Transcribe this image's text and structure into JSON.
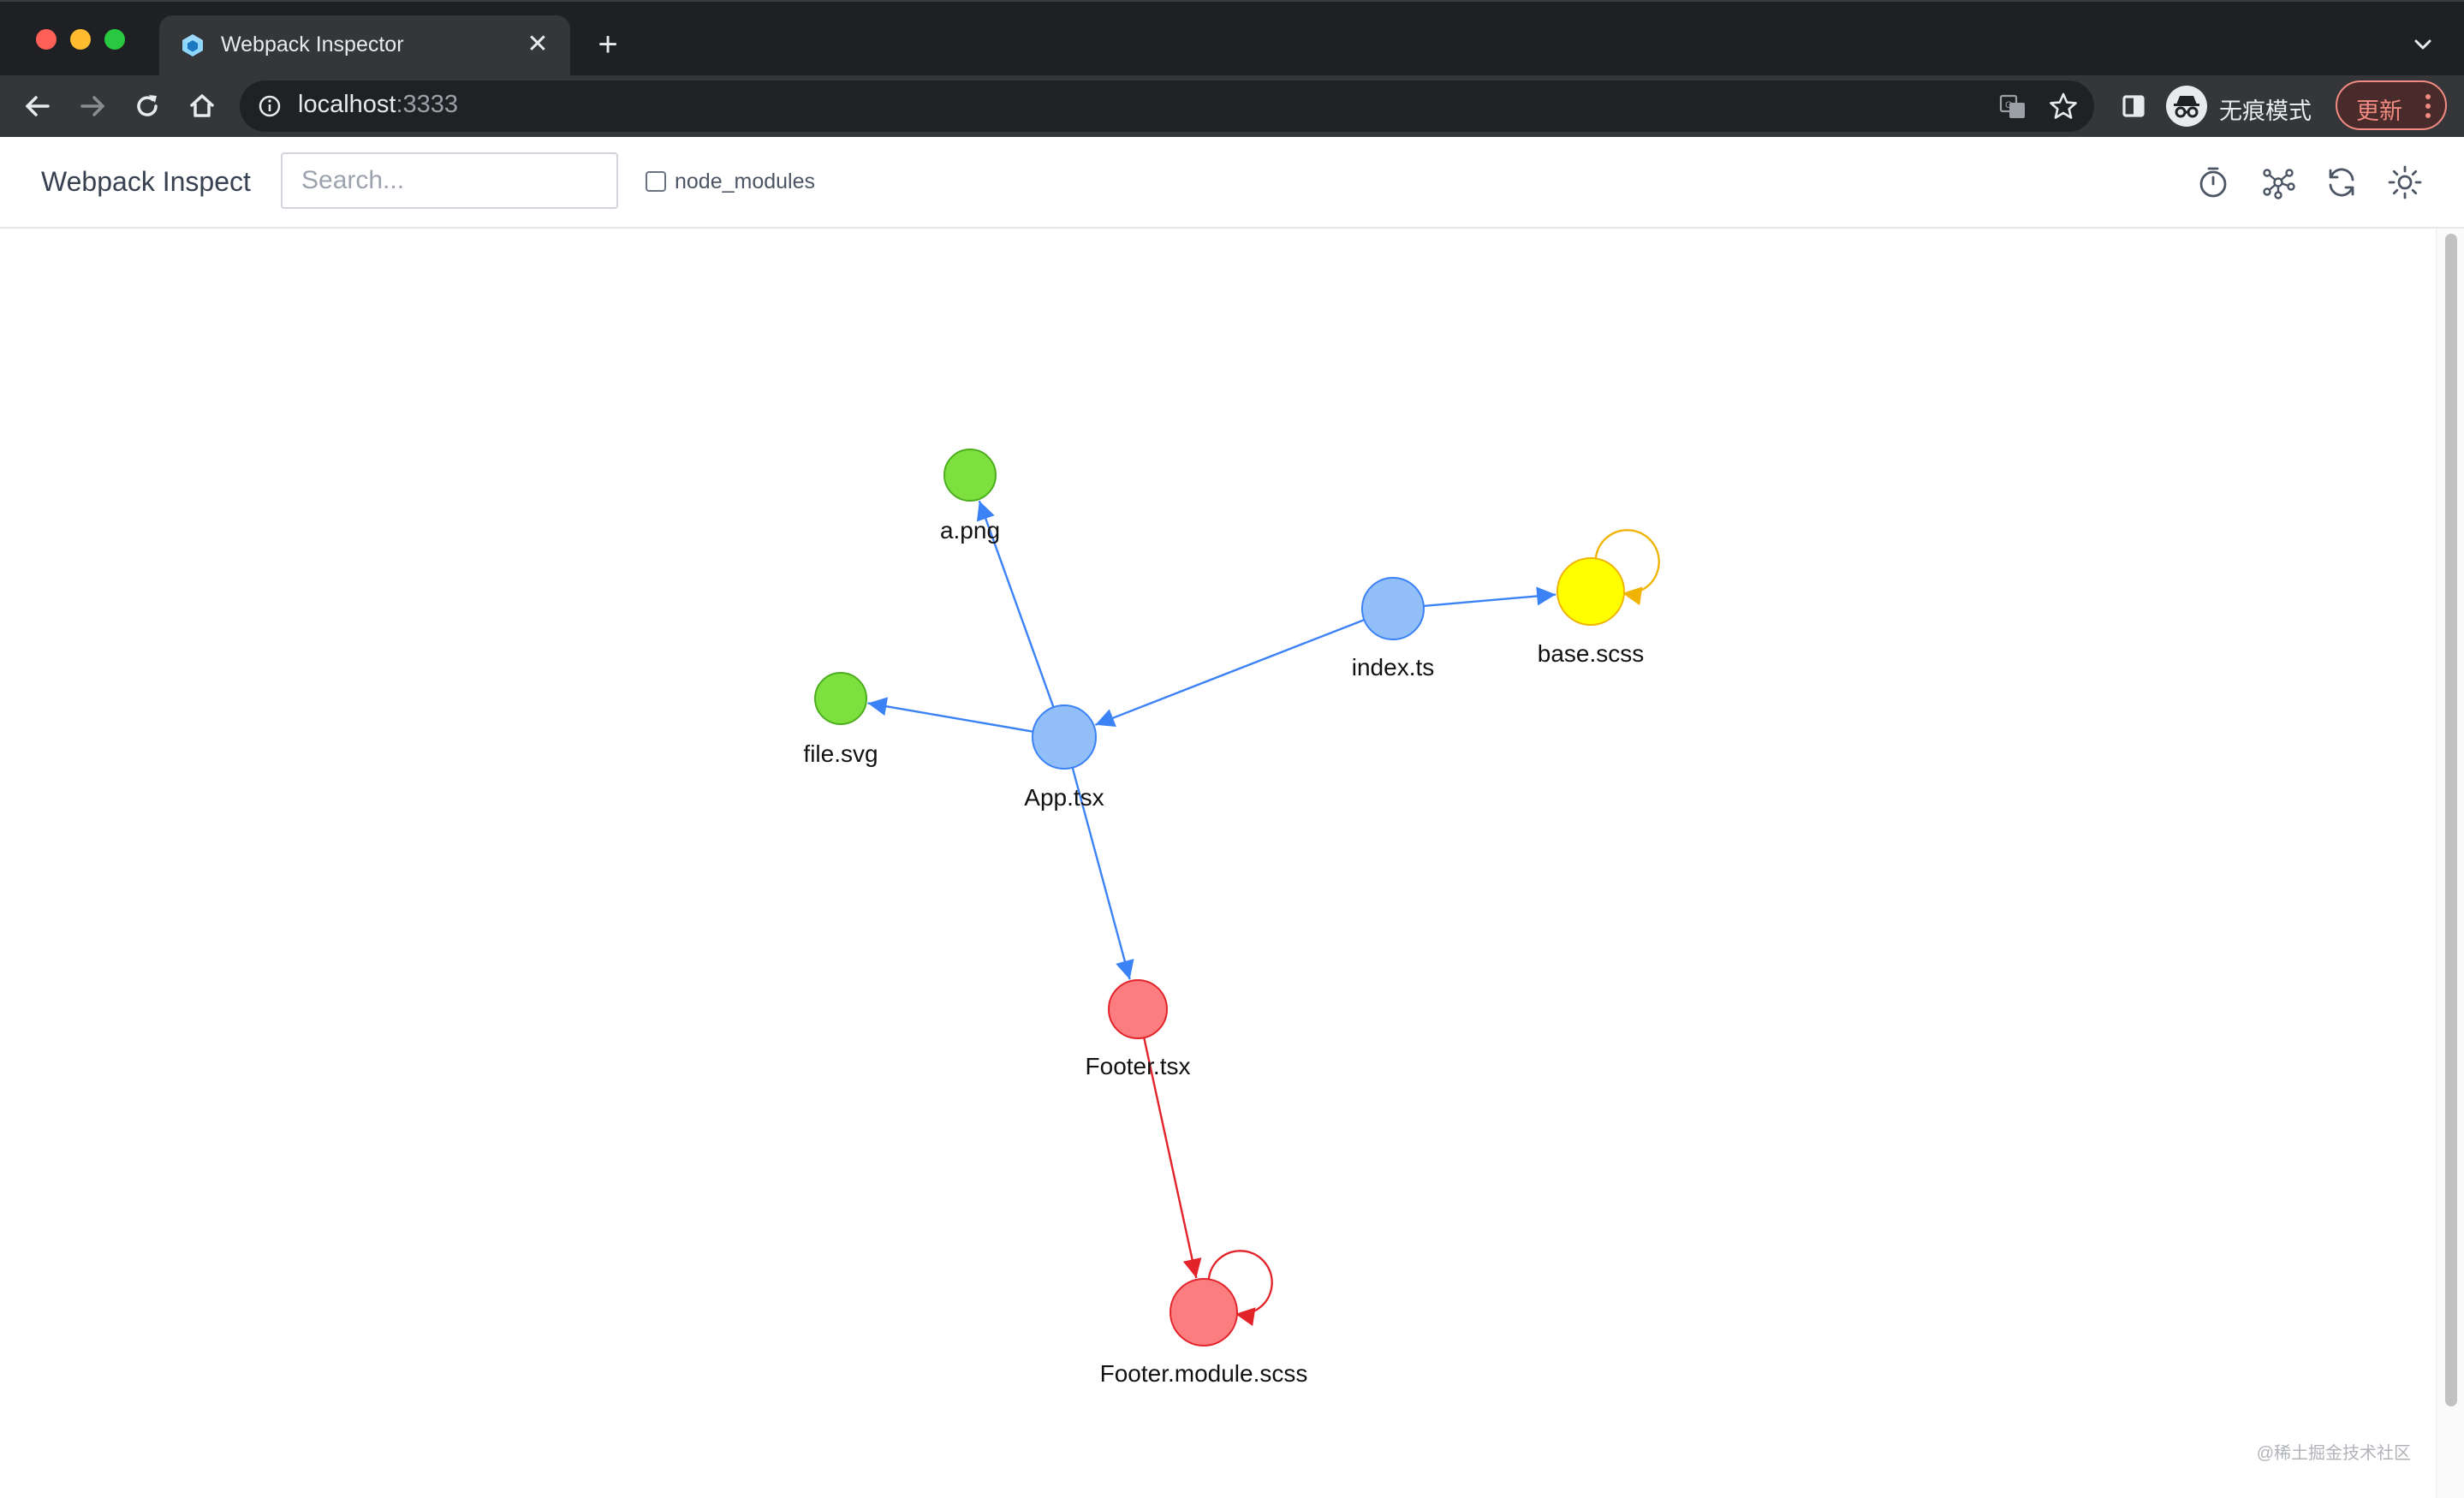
{
  "browser": {
    "tab": {
      "title": "Webpack Inspector",
      "favicon": "webpack-cube-icon",
      "close_glyph": "✕"
    },
    "new_tab_glyph": "+",
    "address": {
      "host": "localhost",
      "port": ":3333"
    },
    "incognito_label": "无痕模式",
    "update_label": "更新"
  },
  "app": {
    "title": "Webpack Inspect",
    "search": {
      "placeholder": "Search...",
      "value": ""
    },
    "node_modules_label": "node_modules",
    "node_modules_checked": false,
    "header_icons": [
      "timer-icon",
      "graph-icon",
      "refresh-icon",
      "sun-icon"
    ]
  },
  "graph": {
    "nodes": [
      {
        "id": "a_png",
        "label": "a.png",
        "kind": "asset"
      },
      {
        "id": "file_svg",
        "label": "file.svg",
        "kind": "asset"
      },
      {
        "id": "app_tsx",
        "label": "App.tsx",
        "kind": "script"
      },
      {
        "id": "index_ts",
        "label": "index.ts",
        "kind": "script"
      },
      {
        "id": "base_scss",
        "label": "base.scss",
        "kind": "style"
      },
      {
        "id": "footer_tsx",
        "label": "Footer.tsx",
        "kind": "component"
      },
      {
        "id": "footer_module_scss",
        "label": "Footer.module.scss",
        "kind": "component"
      }
    ],
    "edges": [
      {
        "from": "index_ts",
        "to": "base_scss"
      },
      {
        "from": "index_ts",
        "to": "app_tsx"
      },
      {
        "from": "app_tsx",
        "to": "a_png"
      },
      {
        "from": "app_tsx",
        "to": "file_svg"
      },
      {
        "from": "app_tsx",
        "to": "footer_tsx"
      },
      {
        "from": "footer_tsx",
        "to": "footer_module_scss"
      },
      {
        "from": "base_scss",
        "to": "base_scss"
      },
      {
        "from": "footer_module_scss",
        "to": "footer_module_scss"
      }
    ],
    "colors": {
      "asset": {
        "fill": "#7ee03f",
        "stroke": "#4cae1e"
      },
      "script": {
        "fill": "#93bff8",
        "stroke": "#3b82f6"
      },
      "style": {
        "fill": "#ffff00",
        "stroke": "#f0b400"
      },
      "component": {
        "fill": "#fb7d80",
        "stroke": "#e3232a"
      }
    }
  },
  "watermark": "@稀土掘金技术社区"
}
